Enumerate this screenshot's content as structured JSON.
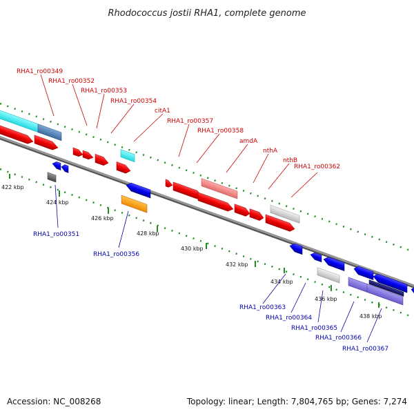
{
  "title": "Rhodococcus jostii RHA1, complete genome",
  "footer": {
    "accession": "Accession: NC_008268",
    "summary": "Topology: linear; Length: 7,804,765 bp; Genes: 7,274"
  },
  "ticks": [
    "422 kbp",
    "424 kbp",
    "426 kbp",
    "428 kbp",
    "430 kbp",
    "432 kbp",
    "434 kbp",
    "436 kbp",
    "438 kbp"
  ],
  "forward_labels": [
    "RHA1_ro00349",
    "RHA1_ro00352",
    "RHA1_ro00353",
    "RHA1_ro00354",
    "citA1",
    "RHA1_ro00357",
    "RHA1_ro00358",
    "amdA",
    "nthA",
    "nthB",
    "RHA1_ro00362"
  ],
  "reverse_labels": [
    "RHA1_ro00351",
    "RHA1_ro00356",
    "RHA1_ro00363",
    "RHA1_ro00364",
    "RHA1_ro00365",
    "RHA1_ro00366",
    "RHA1_ro00367"
  ],
  "colors": {
    "forward_label": "#cc0000",
    "reverse_label": "#0000aa",
    "backbone": "#808080",
    "dots": "#228b22"
  }
}
